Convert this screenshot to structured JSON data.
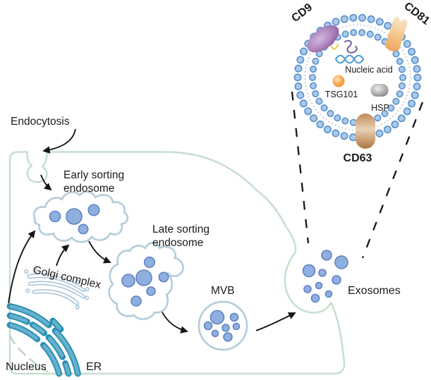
{
  "figure": "Exosome biogenesis pathway diagram",
  "labels": {
    "endocytosis": "Endocytosis",
    "early_endosome_line1": "Early sorting",
    "early_endosome_line2": "endosome",
    "late_endosome_line1": "Late sorting",
    "late_endosome_line2": "endosome",
    "golgi": "Golgi complex",
    "nucleus": "Nucleus",
    "er": "ER",
    "mvb": "MVB",
    "exosomes": "Exosomes",
    "cd9": "CD9",
    "cd81": "CD81",
    "cd63": "CD63",
    "tsg101": "TSG101",
    "hsp": "HSP",
    "nucleic_acid": "Nucleic acid"
  },
  "colors": {
    "membrane_green": "#c7dfcf",
    "endosome_outline": "#b5cdda",
    "vesicle_fill": "#8fafdf",
    "vesicle_stroke": "#5f82c4",
    "bead_fill": "#abc9e9",
    "bead_stroke": "#5d95cf",
    "bead_dot_gray": "#c9cbdb",
    "nucleus_fill": "#66b1cb",
    "nucleus_stroke": "#2a8fb4",
    "nuclear_dashed_green": "#b9d4c1",
    "golgi_blue": "#a3c2d8",
    "cd9_purple": "#a077b6",
    "cd81_tan": "#f2c081",
    "cd63_brown": "#bd854f",
    "tsg101_orange": "#f2a54e",
    "hsp_gray": "#9a9a9a",
    "nucleic_yellow": "#e3cf5e",
    "nucleic_purple": "#6f5f9f",
    "nucleic_blue": "#58a0d6",
    "arrow_black": "#161616",
    "text_color": "#1b1b1b",
    "background": "#ffffff"
  }
}
